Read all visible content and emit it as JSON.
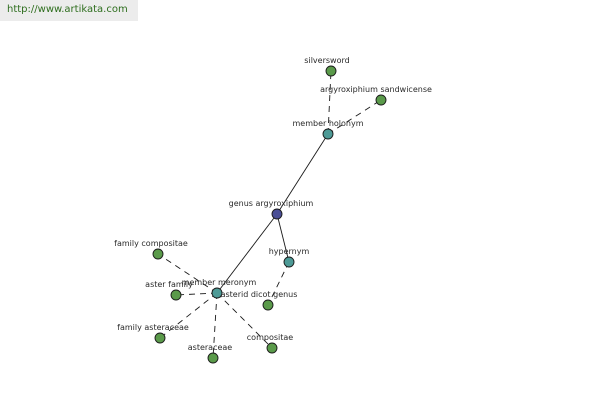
{
  "banner": {
    "url_text": "http://www.artikata.com"
  },
  "colors": {
    "word_node": "#5a9a4a",
    "relation_node": "#4d9a96",
    "center_node": "#4a4e96",
    "edge": "#1a1a1a",
    "banner_text": "#2e6e1e",
    "banner_bg": "#ececec"
  },
  "graph": {
    "nodes": [
      {
        "id": "genus",
        "label": "genus argyroxiphium",
        "kind": "center"
      },
      {
        "id": "holonym",
        "label": "member holonym",
        "kind": "relation"
      },
      {
        "id": "silversword",
        "label": "silversword",
        "kind": "word"
      },
      {
        "id": "sandwicense",
        "label": "argyroxiphium sandwicense",
        "kind": "word"
      },
      {
        "id": "hypernym",
        "label": "hypernym",
        "kind": "relation"
      },
      {
        "id": "asterid",
        "label": "asterid dicot genus",
        "kind": "word"
      },
      {
        "id": "meronym",
        "label": "member meronym",
        "kind": "relation"
      },
      {
        "id": "famcompositae",
        "label": "family compositae",
        "kind": "word"
      },
      {
        "id": "asterfamily",
        "label": "aster family",
        "kind": "word"
      },
      {
        "id": "famasteraceae",
        "label": "family asteraceae",
        "kind": "word"
      },
      {
        "id": "asteraceae",
        "label": "asteraceae",
        "kind": "word"
      },
      {
        "id": "compositae",
        "label": "compositae",
        "kind": "word"
      }
    ],
    "edges": [
      {
        "from": "genus",
        "to": "holonym",
        "style": "solid"
      },
      {
        "from": "genus",
        "to": "hypernym",
        "style": "solid"
      },
      {
        "from": "genus",
        "to": "meronym",
        "style": "solid"
      },
      {
        "from": "holonym",
        "to": "silversword",
        "style": "dashed"
      },
      {
        "from": "holonym",
        "to": "sandwicense",
        "style": "dashed"
      },
      {
        "from": "hypernym",
        "to": "asterid",
        "style": "dashed"
      },
      {
        "from": "meronym",
        "to": "famcompositae",
        "style": "dashed"
      },
      {
        "from": "meronym",
        "to": "asterfamily",
        "style": "dashed"
      },
      {
        "from": "meronym",
        "to": "famasteraceae",
        "style": "dashed"
      },
      {
        "from": "meronym",
        "to": "asteraceae",
        "style": "dashed"
      },
      {
        "from": "meronym",
        "to": "compositae",
        "style": "dashed"
      }
    ]
  }
}
